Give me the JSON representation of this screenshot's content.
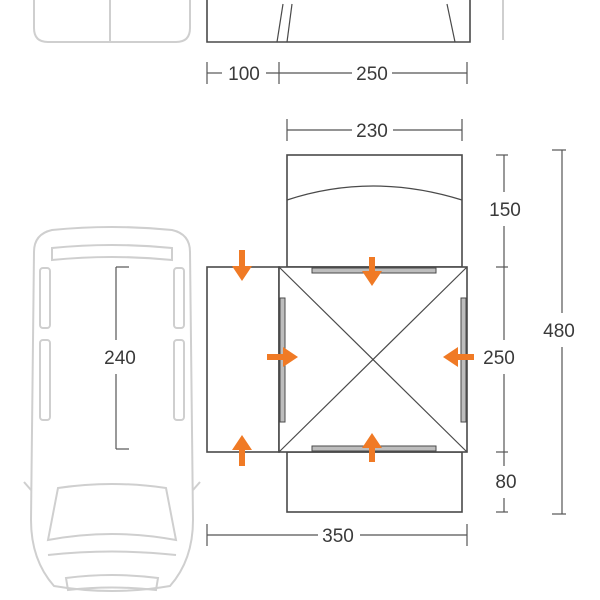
{
  "dimensions": {
    "top_left": "100",
    "top_right": "250",
    "inner_width": "230",
    "porch_depth": "150",
    "inner_height": "250",
    "rear_depth": "80",
    "total_height": "480",
    "car_length": "240",
    "bottom_width": "350"
  },
  "colors": {
    "arrow": "#f07a25",
    "outline": "#4a4a4a",
    "car": "#cfcfcf"
  }
}
